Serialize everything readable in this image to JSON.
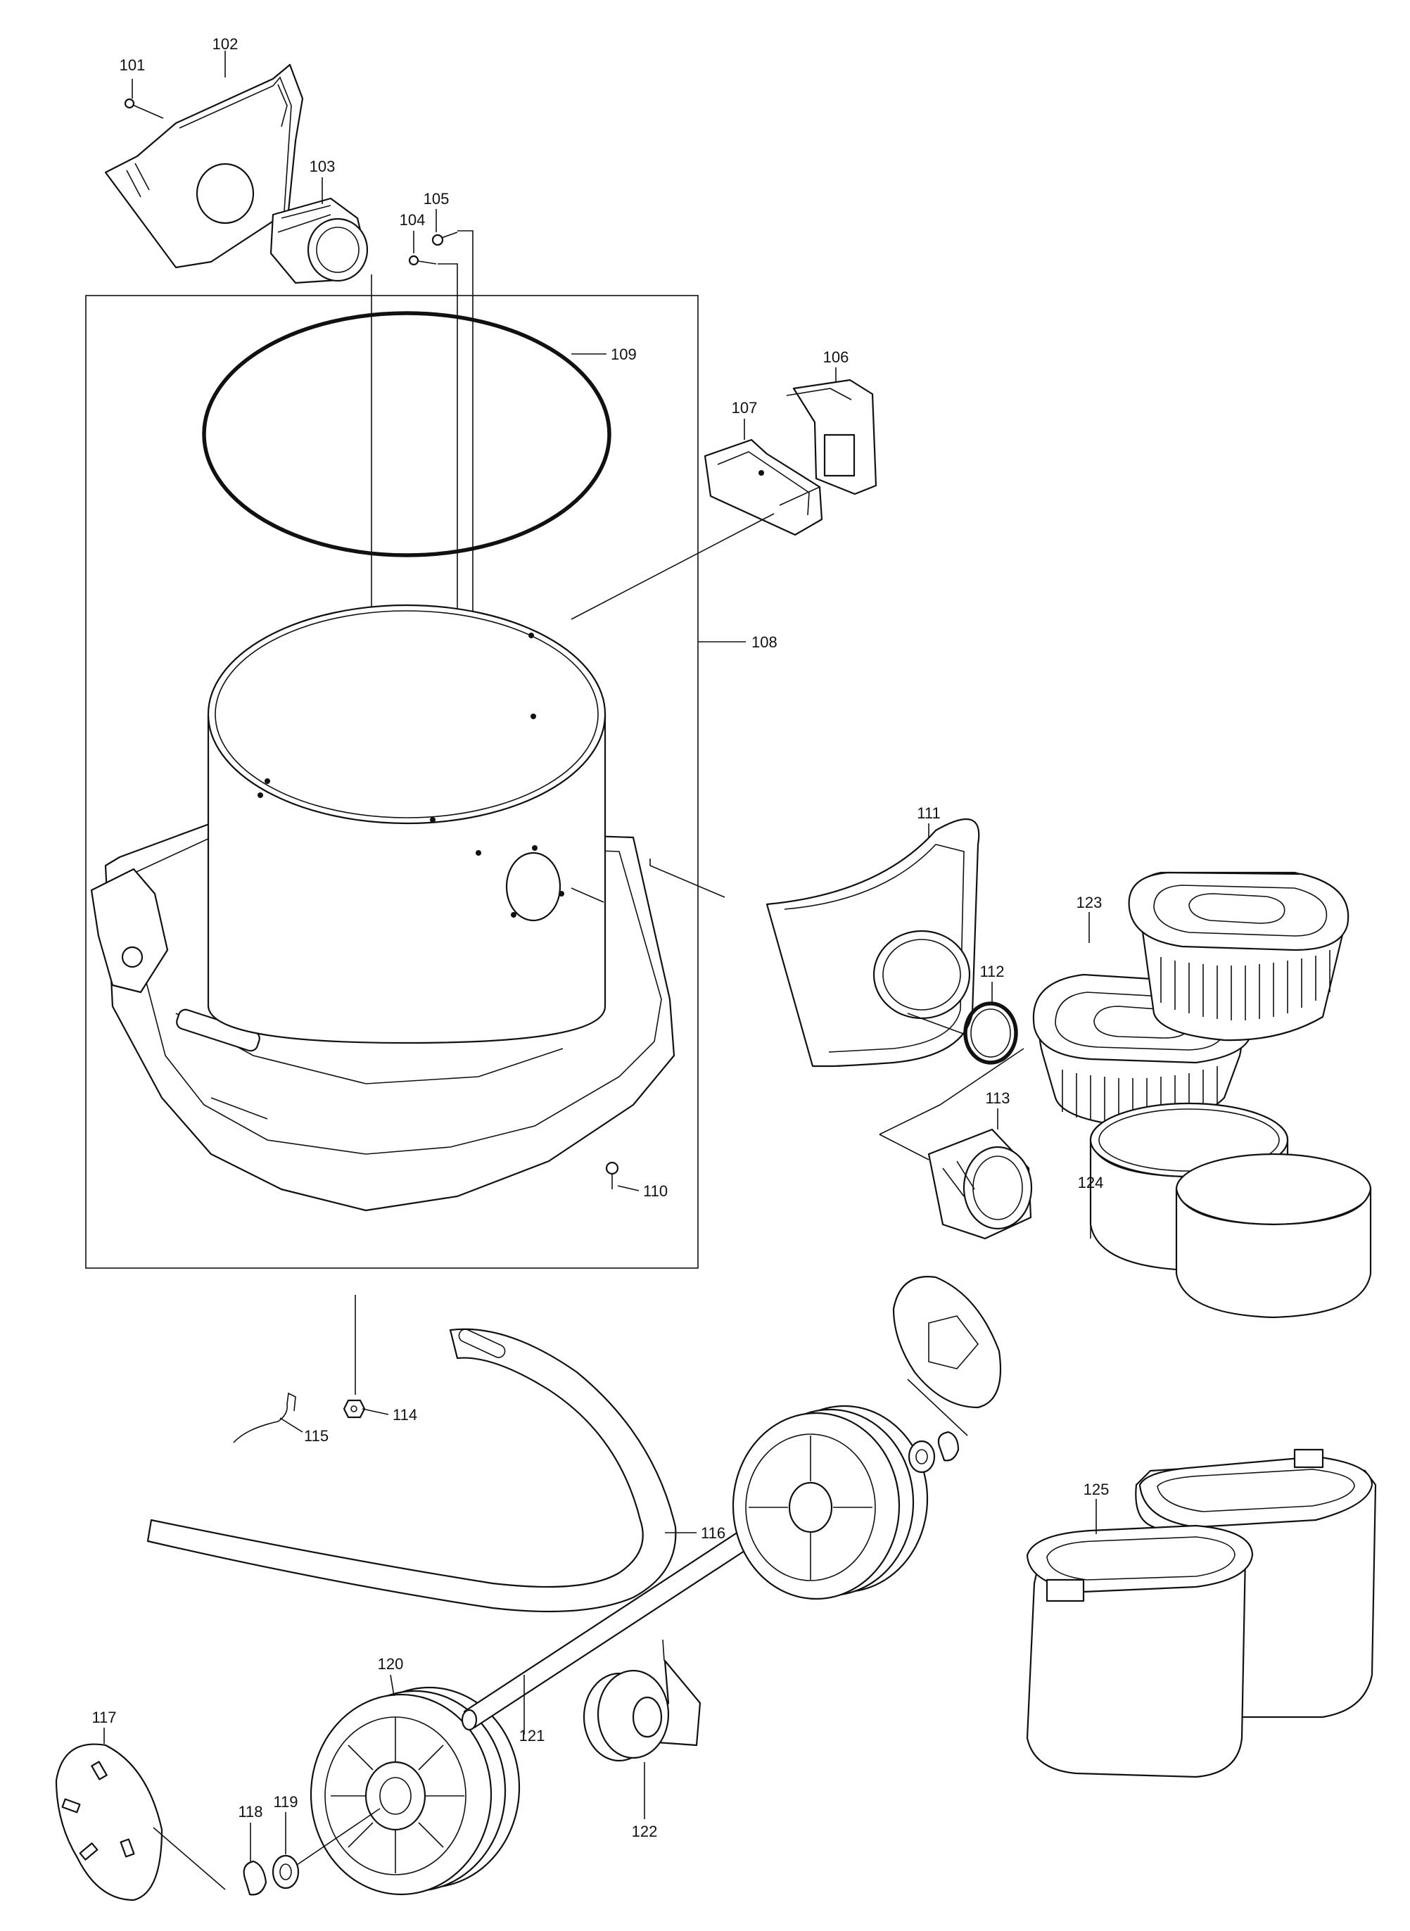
{
  "callouts": [
    {
      "id": "p101",
      "label": "101"
    },
    {
      "id": "p102",
      "label": "102"
    },
    {
      "id": "p103",
      "label": "103"
    },
    {
      "id": "p104",
      "label": "104"
    },
    {
      "id": "p105",
      "label": "105"
    },
    {
      "id": "p106",
      "label": "106"
    },
    {
      "id": "p107",
      "label": "107"
    },
    {
      "id": "p108",
      "label": "108"
    },
    {
      "id": "p109",
      "label": "109"
    },
    {
      "id": "p110",
      "label": "110"
    },
    {
      "id": "p111",
      "label": "111"
    },
    {
      "id": "p112",
      "label": "112"
    },
    {
      "id": "p113",
      "label": "113"
    },
    {
      "id": "p114",
      "label": "114"
    },
    {
      "id": "p115",
      "label": "115"
    },
    {
      "id": "p116",
      "label": "116"
    },
    {
      "id": "p117",
      "label": "117"
    },
    {
      "id": "p118",
      "label": "118"
    },
    {
      "id": "p119",
      "label": "119"
    },
    {
      "id": "p120",
      "label": "120"
    },
    {
      "id": "p121",
      "label": "121"
    },
    {
      "id": "p122",
      "label": "122"
    },
    {
      "id": "p123",
      "label": "123"
    },
    {
      "id": "p124",
      "label": "124"
    },
    {
      "id": "p125",
      "label": "125"
    }
  ]
}
